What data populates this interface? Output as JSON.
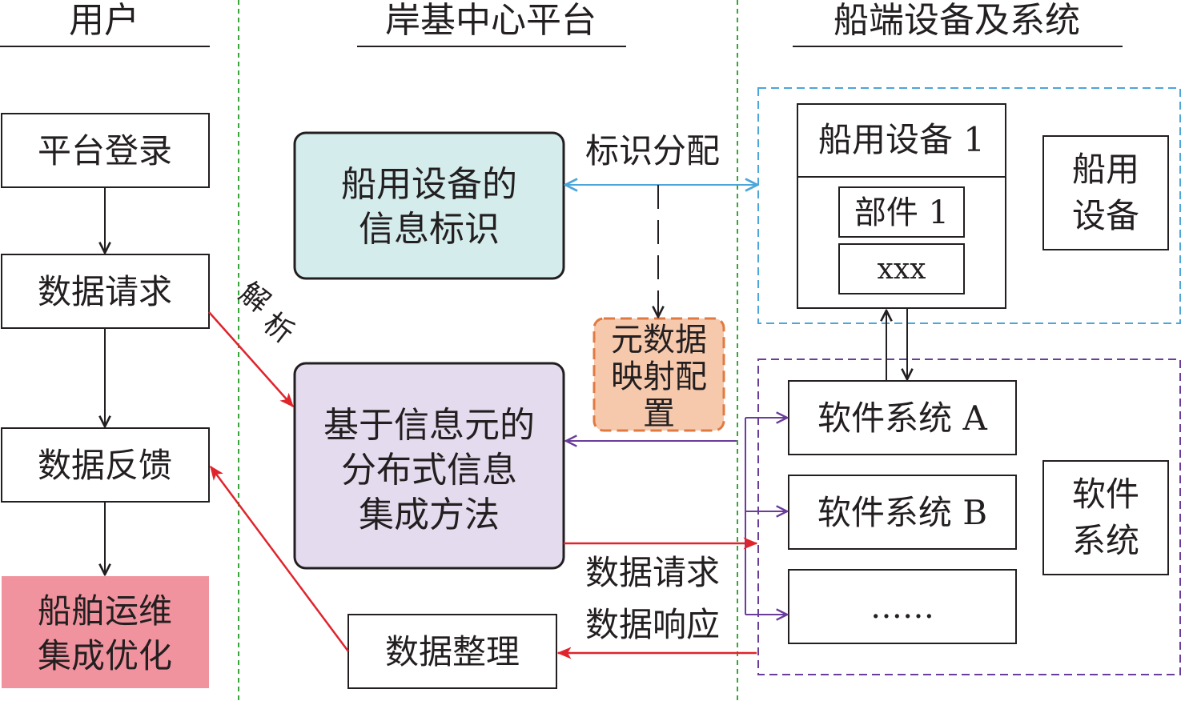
{
  "columns": {
    "user": "用户",
    "platform": "岸基中心平台",
    "ship": "船端设备及系统"
  },
  "user_steps": {
    "login": "平台登录",
    "request": "数据请求",
    "feedback": "数据反馈",
    "optimize": [
      "船舶运维",
      "集成优化"
    ]
  },
  "platform": {
    "info_id": [
      "船用设备的",
      "信息标识"
    ],
    "method": [
      "基于信息元的",
      "分布式信息",
      "集成方法"
    ],
    "metadata": [
      "元数据",
      "映射配",
      "置"
    ],
    "sorting": "数据整理"
  },
  "labels": {
    "parse": [
      "解",
      "析"
    ],
    "id_assign": "标识分配",
    "data_request": "数据请求",
    "data_response": "数据响应"
  },
  "ship": {
    "device": "船用设备 1",
    "part": "部件 1",
    "part_other": "xxx",
    "group_equipment": [
      "船用",
      "设备"
    ],
    "software_a": "软件系统 A",
    "software_b": "软件系统 B",
    "software_more": "……",
    "group_software": [
      "软件",
      "系统"
    ]
  },
  "colors": {
    "divider": "#3aa53a",
    "blue": "#4da6d9",
    "purple": "#6a3d9a",
    "red": "#e0242c",
    "teal_fill": "#d4ecec",
    "lavender_fill": "#e4dcee",
    "peach_fill": "#f6c9ad",
    "peach_border": "#e07a40",
    "pink_fill": "#f1939e"
  }
}
